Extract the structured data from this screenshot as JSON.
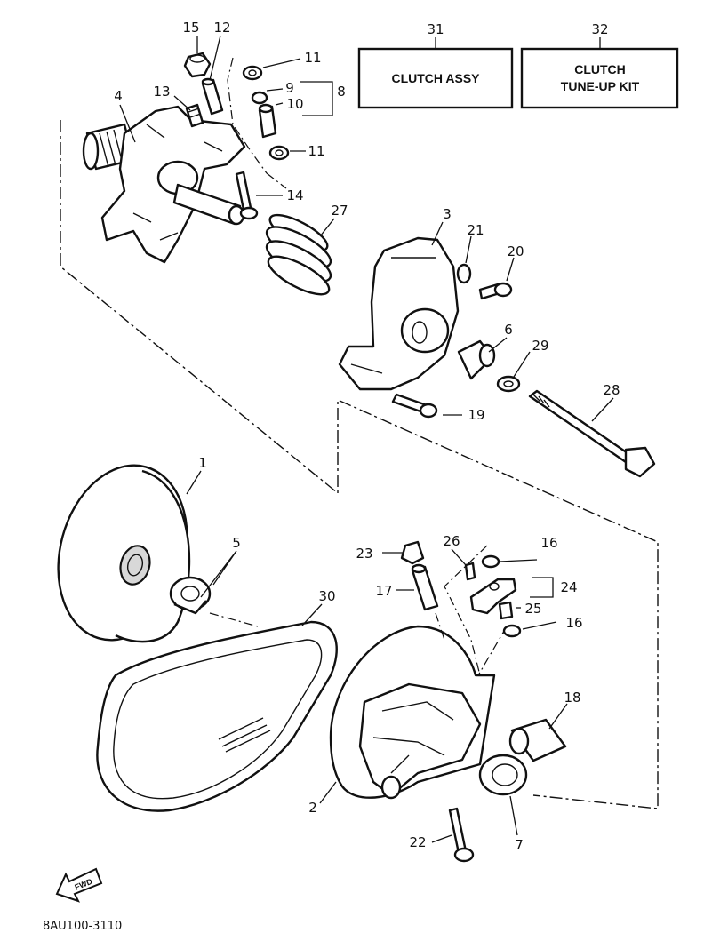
{
  "diagram": {
    "boxes": [
      {
        "number": "31",
        "text": "CLUTCH ASSY"
      },
      {
        "number": "32",
        "line1": "CLUTCH",
        "line2": "TUNE-UP KIT"
      }
    ],
    "labels": [
      "15",
      "12",
      "13",
      "4",
      "11",
      "9",
      "8",
      "10",
      "11",
      "14",
      "27",
      "3",
      "21",
      "20",
      "6",
      "29",
      "19",
      "28",
      "1",
      "5",
      "30",
      "23",
      "26",
      "16",
      "17",
      "24",
      "25",
      "16",
      "18",
      "2",
      "7",
      "22",
      "31",
      "32"
    ],
    "find_label": "FWD",
    "code": "8AU100-3110"
  }
}
